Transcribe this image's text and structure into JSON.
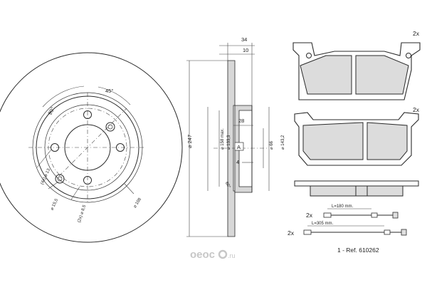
{
  "disc_front": {
    "angle_45": "45°",
    "angle_90": "90°",
    "bolt_circle_a": "(4x) ⌀ 13",
    "hole_dia": "⌀ 15,5",
    "bolt_circle_b": "(2x) ⌀ 8,5",
    "outer_dia": "⌀ 108"
  },
  "disc_section": {
    "width_total": "34",
    "width_hub": "10",
    "hub_depth": "28",
    "diameter_outer": "⌀ 247",
    "diameter_friction": "⌀ 158 max.",
    "diameter_hat": "⌀ 133,3",
    "diameter_center": "⌀ 66",
    "diameter_pcd": "⌀ 143,2",
    "thickness_min": "4",
    "section_marker": "A",
    "angle": "60°"
  },
  "pads": {
    "top_qty": "2x",
    "bottom_qty": "2x"
  },
  "sensors": {
    "sensor1_qty": "2x",
    "sensor1_length": "L=180 mm.",
    "sensor2_qty": "2x",
    "sensor2_length": "L=305 mm."
  },
  "reference": "1 - Ref. 610262",
  "watermark": {
    "brand": "oeoc",
    "domain": ".ru"
  }
}
